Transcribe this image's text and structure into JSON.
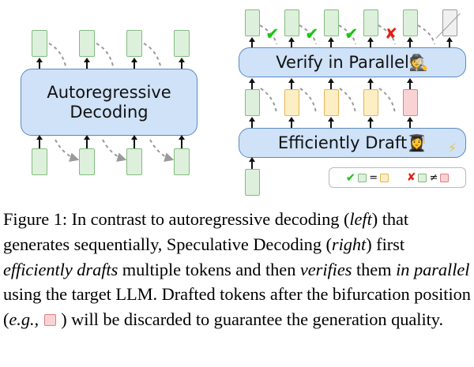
{
  "figure": {
    "left_panel": {
      "block_label_line1": "Autoregressive",
      "block_label_line2": "Decoding",
      "output_tokens": [
        "green",
        "green",
        "green",
        "green"
      ],
      "input_tokens": [
        "green",
        "green",
        "green",
        "green"
      ]
    },
    "right_panel": {
      "verify_block_label": "Verify in Parallel",
      "verify_block_emoji": "🕵️",
      "draft_block_label": "Efficiently Draft",
      "draft_block_emoji": "👩‍🎓",
      "draft_block_bolt": "⚡",
      "verify_output_tokens": [
        "green",
        "green",
        "green",
        "green",
        "green",
        "gray-struck"
      ],
      "verify_marks": [
        "check",
        "check",
        "check",
        "cross"
      ],
      "draft_output_tokens": [
        "green",
        "yellow",
        "yellow",
        "yellow",
        "red"
      ],
      "draft_input_token": "green"
    },
    "legend": {
      "check_glyph": "✔",
      "cross_glyph": "✘",
      "equals_glyph": "=",
      "not_equals_glyph": "≠",
      "match_left": "green",
      "match_right": "yellow",
      "mismatch_left": "green",
      "mismatch_right": "red"
    },
    "colors": {
      "green_fill": "#ddf0dc",
      "green_border": "#82bc7f",
      "yellow_fill": "#fdeec4",
      "yellow_border": "#e8b552",
      "red_fill": "#f9d2d4",
      "red_border": "#e08186",
      "gray_fill": "#f0f0f0",
      "gray_border": "#9b9b9b",
      "block_fill": "#cfe2f7",
      "block_border": "#5b88c4",
      "check_color": "#15c60f",
      "cross_color": "#e51d14",
      "arrow_color": "#111111",
      "dashed_color": "#9a9a9a"
    }
  },
  "caption": {
    "prefix": "Figure 1: In contrast to autoregressive decoding (",
    "em1": "left",
    "mid1": ") that generates sequentially, Speculative Decoding (",
    "em2": "right",
    "mid2": ") first ",
    "em3": "efficiently drafts",
    "mid3": " multiple tokens and then ",
    "em4": "verifies",
    "mid4": " them ",
    "em5": "in parallel",
    "mid5": " using the target LLM. Drafted tokens after the bifurcation position (",
    "em6": "e.g.,",
    "mid6": " ",
    "suffix": " ) will be discarded to guarantee the generation quality.",
    "full_text": "Figure 1: In contrast to autoregressive decoding (left) that generates sequentially, Speculative Decoding (right) first efficiently drafts multiple tokens and then verifies them in parallel using the target LLM. Drafted tokens after the bifurcation position (e.g., □ ) will be discarded to guarantee the generation quality."
  }
}
